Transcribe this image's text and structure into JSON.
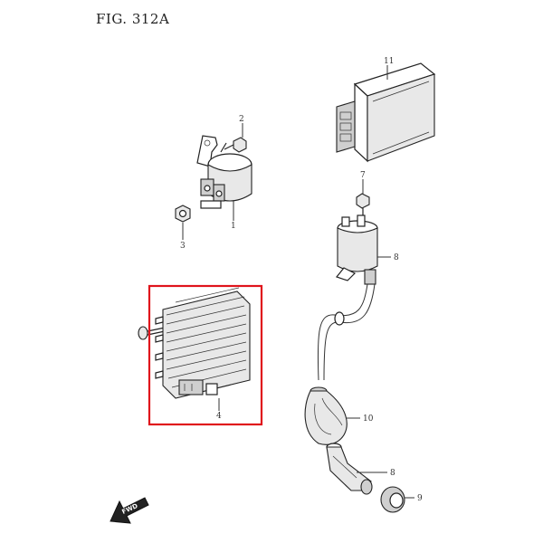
{
  "figure": {
    "title": "FIG. 312A"
  },
  "callouts": {
    "c1": "1",
    "c2": "2",
    "c3": "3",
    "c4": "4",
    "c7": "7",
    "c8a": "8",
    "c8b": "8",
    "c9": "9",
    "c10": "10",
    "c11": "11"
  },
  "direction_indicator": {
    "label": "FWD"
  },
  "highlight": {
    "color": "#e0141c"
  }
}
